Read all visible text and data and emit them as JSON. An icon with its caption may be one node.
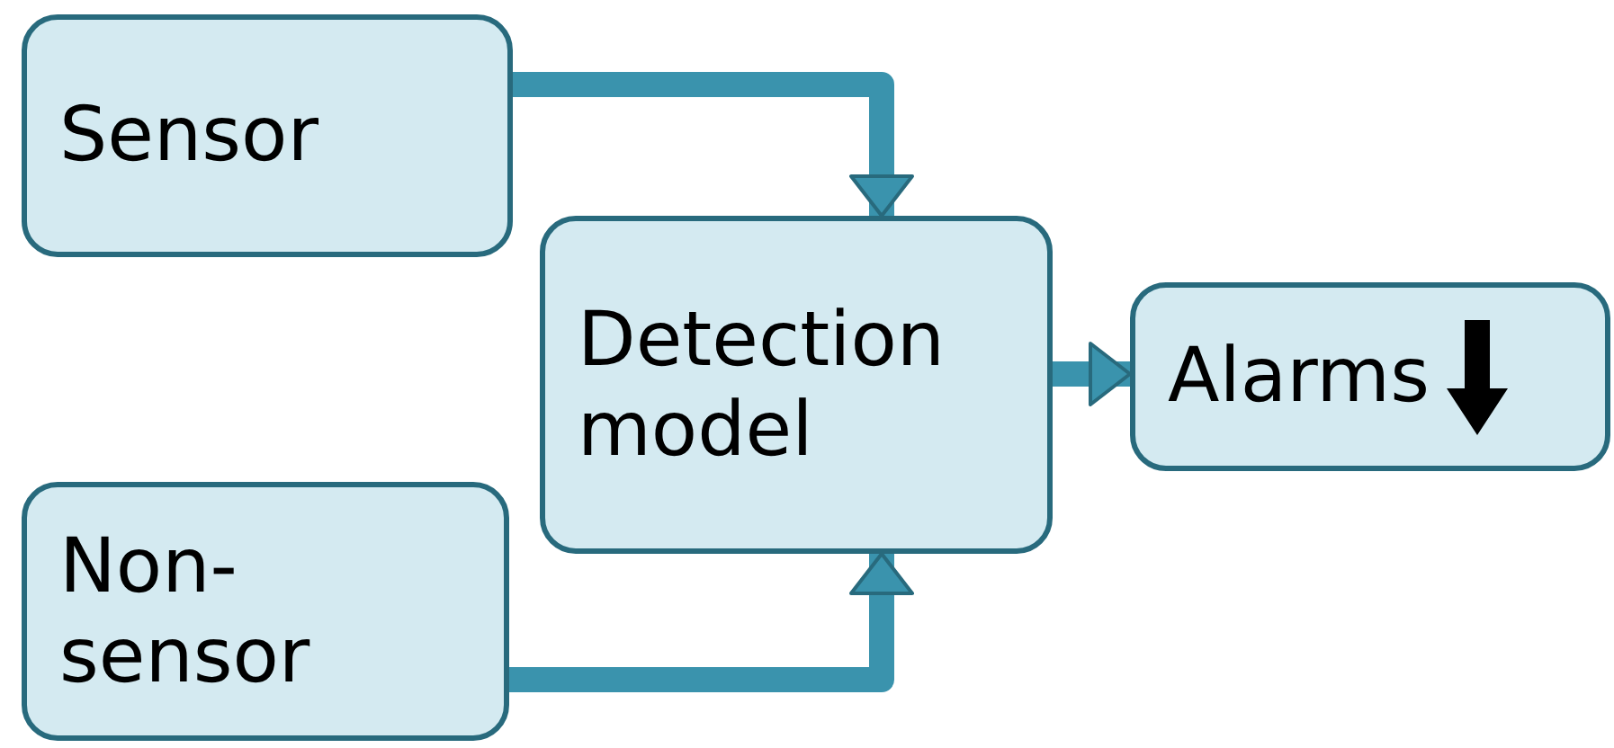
{
  "diagram": {
    "nodes": [
      {
        "text": [
          "Sensor"
        ]
      },
      {
        "text": [
          "Non-sensor"
        ]
      },
      {
        "text": [
          "Detection model"
        ]
      },
      {
        "text": [
          "Alarms"
        ]
      }
    ],
    "edges": [
      {
        "from": 0,
        "to": 2,
        "arrow": "to"
      },
      {
        "from": 1,
        "to": 2,
        "arrow": "to"
      },
      {
        "from": 2,
        "to": 3,
        "arrow": "to"
      }
    ]
  }
}
